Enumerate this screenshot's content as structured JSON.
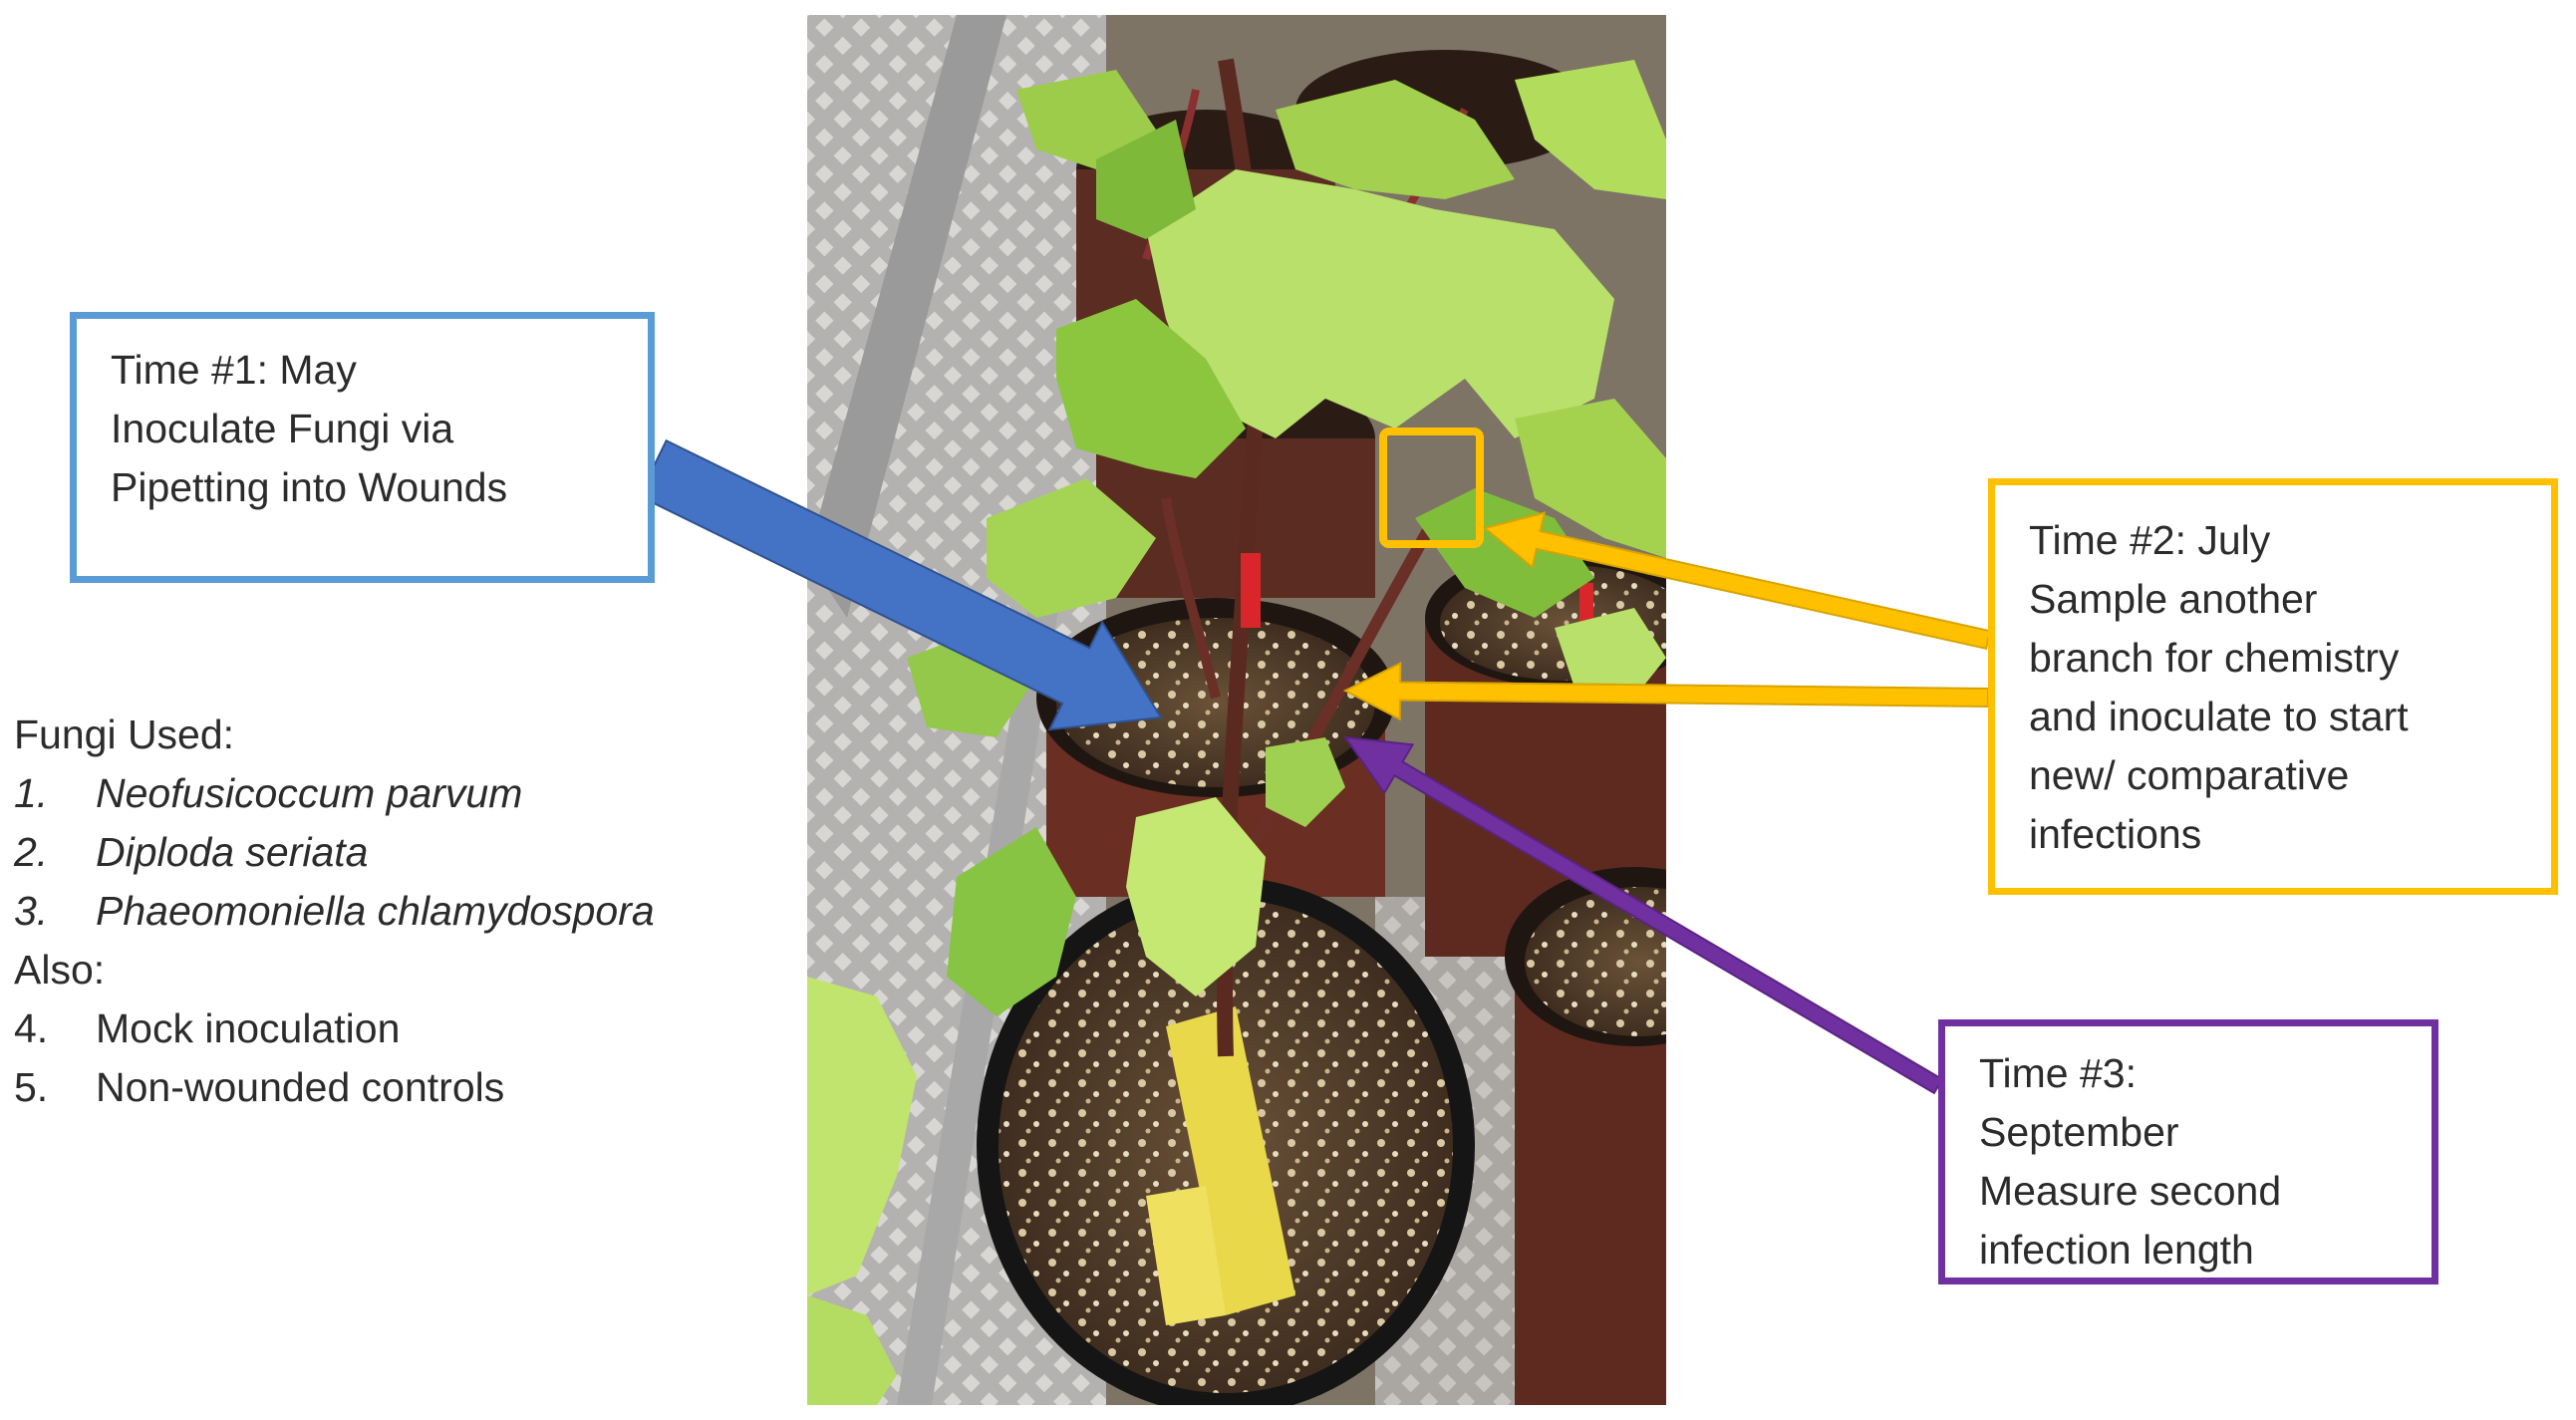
{
  "colors": {
    "blue": "#4472c4",
    "blue_border": "#5b9bd5",
    "yellow": "#ffc000",
    "purple": "#7030a0"
  },
  "time1": {
    "lines": [
      "Time #1: May",
      "Inoculate Fungi via",
      "Pipetting into Wounds"
    ]
  },
  "time2": {
    "lines": [
      "Time #2: July",
      "Sample another",
      "branch for chemistry",
      "and inoculate to start",
      "new/ comparative",
      "infections"
    ]
  },
  "time3": {
    "lines": [
      "Time #3:",
      "September",
      "Measure second",
      "infection length"
    ]
  },
  "legend": {
    "heading": "Fungi Used:",
    "fungi": [
      {
        "num": "1.",
        "name": "Neofusicoccum parvum"
      },
      {
        "num": "2.",
        "name": "Diploda seriata"
      },
      {
        "num": "3.",
        "name": "Phaeomoniella chlamydospora"
      }
    ],
    "also_heading": "Also:",
    "also": [
      {
        "num": "4.",
        "name": "Mock inoculation"
      },
      {
        "num": "5.",
        "name": "Non-wounded controls"
      }
    ]
  },
  "photo": {
    "subject": "potted-grapevine-photo"
  }
}
